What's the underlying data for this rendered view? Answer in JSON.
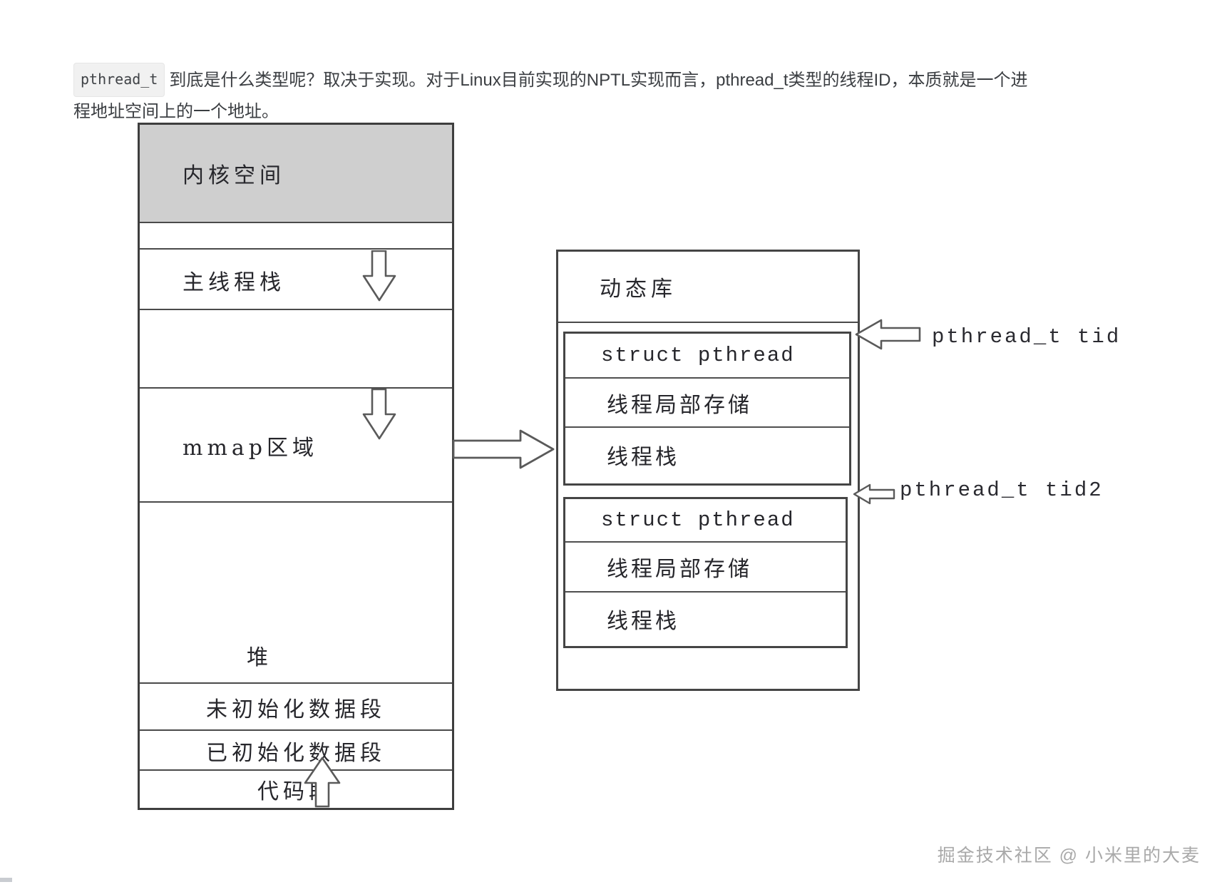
{
  "paragraph": {
    "code": "pthread_t",
    "text": "到底是什么类型呢？取决于实现。对于Linux目前实现的NPTL实现而言，pthread_t类型的线程ID，本质就是一个进程地址空间上的一个地址。"
  },
  "memory_map": {
    "kernel_space": "内核空间",
    "main_thread_stack": "主线程栈",
    "mmap_area": "mmap区域",
    "heap": "堆",
    "uninitialized_data_segment": "未初始化数据段",
    "initialized_data_segment": "已初始化数据段",
    "code_segment": "代码段"
  },
  "thread_area": {
    "dynamic_library": "动态库",
    "blocks": [
      {
        "rows": [
          "struct pthread",
          "线程局部存储",
          "线程栈"
        ]
      },
      {
        "rows": [
          "struct pthread",
          "线程局部存储",
          "线程栈"
        ]
      }
    ],
    "tid_label": "pthread_t tid",
    "tid2_label": "pthread_t tid2"
  },
  "icons": {
    "down_arrow": "down-arrow-icon",
    "up_arrow": "up-arrow-icon",
    "right_arrow": "right-arrow-icon",
    "left_arrow": "left-arrow-icon"
  },
  "colors": {
    "kernel_fill": "#cfcfcf",
    "diagram_line": "#454545",
    "code_chip_bg": "#f1f1f1",
    "paragraph_text": "#3b3e42",
    "watermark_gray": "#a9a9a9"
  },
  "watermark": "掘金技术社区 @ 小米里的大麦"
}
